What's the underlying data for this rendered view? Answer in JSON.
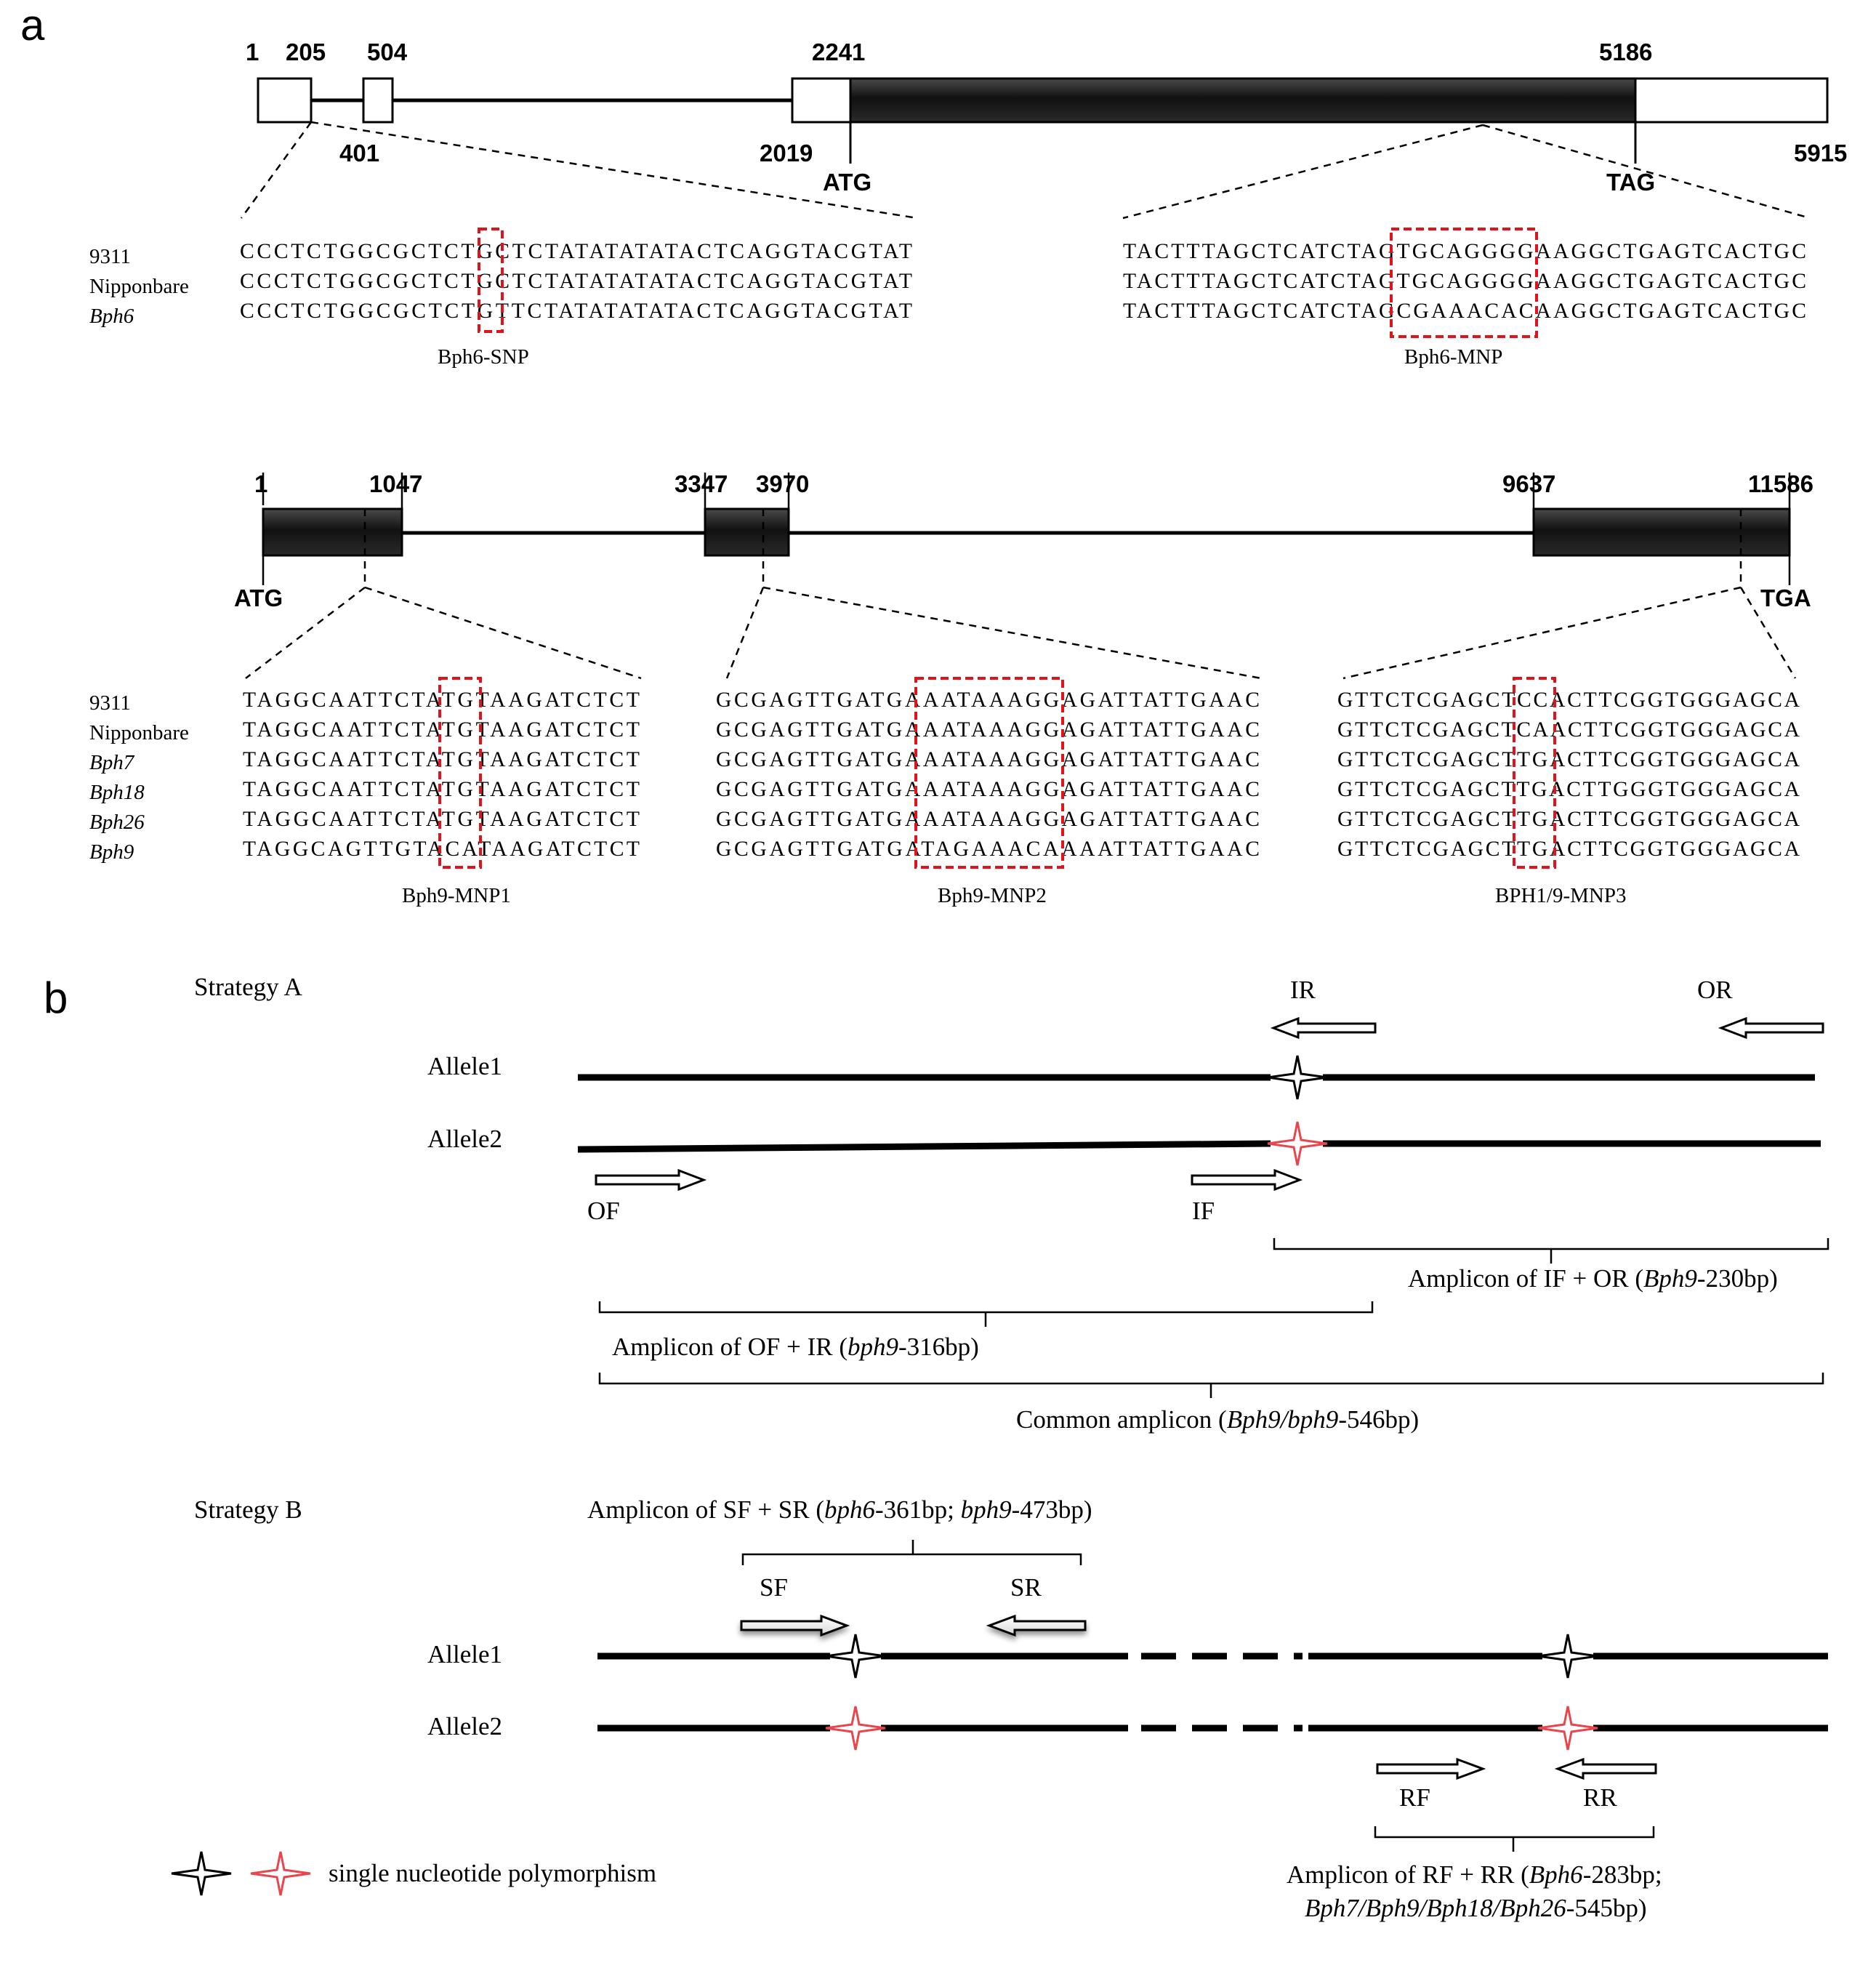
{
  "panel_a": {
    "label": "a",
    "gene1": {
      "coords_top": [
        "1",
        "205",
        "504",
        "2241",
        "5186"
      ],
      "coords_bottom": [
        "401",
        "2019",
        "5915"
      ],
      "start_codon": "ATG",
      "stop_codon": "TAG"
    },
    "gene2": {
      "coords_top": [
        "1",
        "1047",
        "3347",
        "3970",
        "9637",
        "11586"
      ],
      "start_codon": "ATG",
      "stop_codon": "TGA"
    },
    "alignments": [
      {
        "name": "Bph6-SNP",
        "rows": [
          {
            "label": "9311",
            "italic": false,
            "seq": "CCCTCTGGCGCTCTGCTCTATATATATACTCAGGTACGTAT"
          },
          {
            "label": "Nipponbare",
            "italic": false,
            "seq": "CCCTCTGGCGCTCTGCTCTATATATATACTCAGGTACGTAT"
          },
          {
            "label": "Bph6",
            "italic": true,
            "seq": "CCCTCTGGCGCTCTGTTCTATATATATACTCAGGTACGTAT"
          }
        ]
      },
      {
        "name": "Bph6-MNP",
        "rows": [
          {
            "seq": "TACTTTAGCTCATCTAGTGCAGGGGAAGGCTGAGTCACTGC"
          },
          {
            "seq": "TACTTTAGCTCATCTAGTGCAGGGGAAGGCTGAGTCACTGC"
          },
          {
            "seq": "TACTTTAGCTCATCTAGCGAAACACAAGGCTGAGTCACTGC"
          }
        ]
      },
      {
        "name": "Bph9-MNP1",
        "rows": [
          {
            "label": "9311",
            "italic": false,
            "seq": "TAGGCAATTCTATGTAAGATCTCT"
          },
          {
            "label": "Nipponbare",
            "italic": false,
            "seq": "TAGGCAATTCTATGTAAGATCTCT"
          },
          {
            "label": "Bph7",
            "italic": true,
            "seq": "TAGGCAATTCTATGTAAGATCTCT"
          },
          {
            "label": "Bph18",
            "italic": true,
            "seq": "TAGGCAATTCTATGTAAGATCTCT"
          },
          {
            "label": "Bph26",
            "italic": true,
            "seq": "TAGGCAATTCTATGTAAGATCTCT"
          },
          {
            "label": "Bph9",
            "italic": true,
            "seq": "TAGGCAGTTGTACATAAGATCTCT"
          }
        ]
      },
      {
        "name": "Bph9-MNP2",
        "rows": [
          {
            "seq": "GCGAGTTGATGAAATAAAGGAGATTATTGAAC"
          },
          {
            "seq": "GCGAGTTGATGAAATAAAGGAGATTATTGAAC"
          },
          {
            "seq": "GCGAGTTGATGAAATAAAGGAGATTATTGAAC"
          },
          {
            "seq": "GCGAGTTGATGAAATAAAGGAGATTATTGAAC"
          },
          {
            "seq": "GCGAGTTGATGAAATAAAGGAGATTATTGAAC"
          },
          {
            "seq": "GCGAGTTGATGATAGAAACAAAATTATTGAAC"
          }
        ]
      },
      {
        "name": "BPH1/9-MNP3",
        "rows": [
          {
            "seq": "GTTCTCGAGCTCCACTTCGGTGGGAGCA"
          },
          {
            "seq": "GTTCTCGAGCTCAACTTCGGTGGGAGCA"
          },
          {
            "seq": "GTTCTCGAGCTTGACTTCGGTGGGAGCA"
          },
          {
            "seq": "GTTCTCGAGCTTGACTTGGGTGGGAGCA"
          },
          {
            "seq": "GTTCTCGAGCTTGACTTCGGTGGGAGCA"
          },
          {
            "seq": "GTTCTCGAGCTTGACTTCGGTGGGAGCA"
          }
        ]
      }
    ]
  },
  "panel_b": {
    "label": "b",
    "strategy_a": {
      "title": "Strategy A",
      "allele1": "Allele1",
      "allele2": "Allele2",
      "primers": {
        "ir": "IR",
        "or": "OR",
        "of": "OF",
        "if": "IF"
      },
      "amp_if_or": {
        "pre": "Amplicon of IF + OR (",
        "ital": "Bph9",
        "post": "-230bp)"
      },
      "amp_of_ir": {
        "pre": "Amplicon of OF + IR (",
        "ital": "bph9",
        "post": "-316bp)"
      },
      "amp_common": {
        "pre": "Common amplicon (",
        "ital": "Bph9/bph9",
        "post": "-546bp)"
      }
    },
    "strategy_b": {
      "title": "Strategy B",
      "allele1": "Allele1",
      "allele2": "Allele2",
      "primers": {
        "sf": "SF",
        "sr": "SR",
        "rf": "RF",
        "rr": "RR"
      },
      "amp_sf_sr": {
        "pre": "Amplicon of SF + SR (",
        "ital1": "bph6",
        "mid": "-361bp; ",
        "ital2": "bph9",
        "post": "-473bp)"
      },
      "amp_rf_rr_line1": {
        "pre": "Amplicon of RF + RR (",
        "ital": "Bph6",
        "post": "-283bp;"
      },
      "amp_rf_rr_line2": {
        "ital": "Bph7/Bph9/Bph18/Bph26",
        "post": "-545bp)"
      }
    },
    "legend": {
      "text": "single nucleotide polymorphism"
    }
  },
  "colors": {
    "snp_allele2": "#e8464e",
    "box_highlight": "#e0131b",
    "cds_fill": "#1a1a1a"
  }
}
